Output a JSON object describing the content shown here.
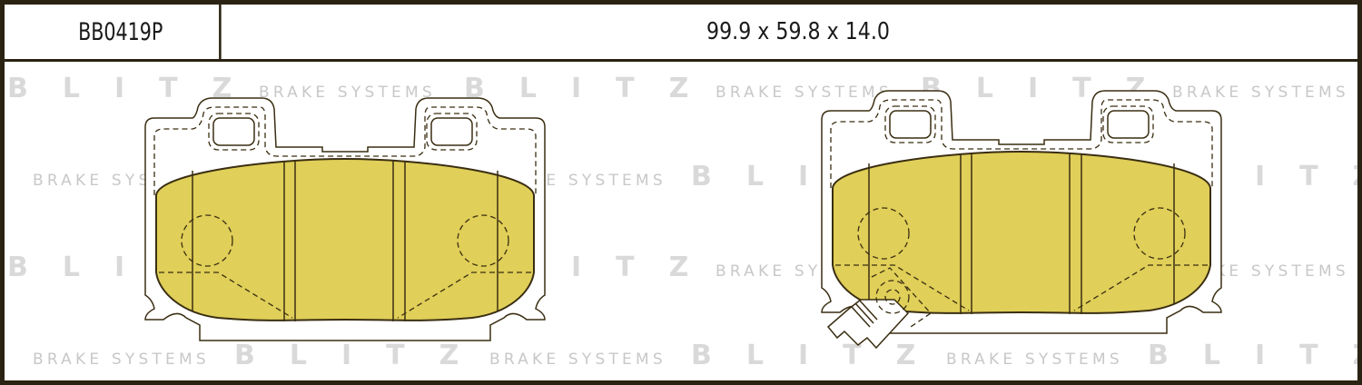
{
  "header": {
    "part_number": "BB0419P",
    "dimensions": "99.9 x 59.8 x 14.0"
  },
  "watermark": {
    "brand": "BLITZ",
    "tagline": "BRAKE SYSTEMS"
  },
  "colors": {
    "friction_material": "#e0cf58",
    "outline": "#3a2e12",
    "border": "#2a2212"
  },
  "drawing": {
    "pads": [
      "pad-without-sensor",
      "pad-with-wear-sensor"
    ]
  }
}
